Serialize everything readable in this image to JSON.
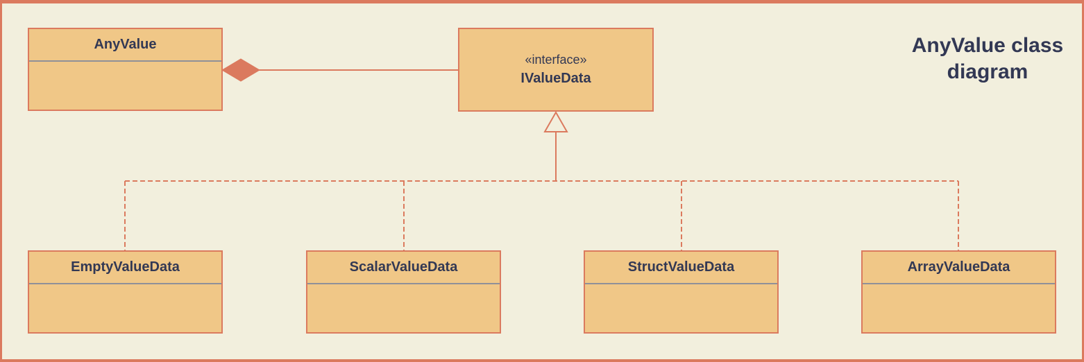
{
  "colors": {
    "background": "#f2efdd",
    "accent": "#db7a5e",
    "boxfill": "#f0c787",
    "text": "#323854",
    "divider": "#8f9098"
  },
  "diagram": {
    "title": "AnyValue class diagram",
    "interface": {
      "stereotype": "«interface»",
      "name": "IValueData"
    },
    "classes": {
      "anyvalue": {
        "name": "AnyValue"
      },
      "empty": {
        "name": "EmptyValueData"
      },
      "scalar": {
        "name": "ScalarValueData"
      },
      "struct": {
        "name": "StructValueData"
      },
      "array": {
        "name": "ArrayValueData"
      }
    },
    "relationships": [
      {
        "type": "composition",
        "from": "AnyValue",
        "to": "IValueData"
      },
      {
        "type": "realization",
        "from": "EmptyValueData",
        "to": "IValueData"
      },
      {
        "type": "realization",
        "from": "ScalarValueData",
        "to": "IValueData"
      },
      {
        "type": "realization",
        "from": "StructValueData",
        "to": "IValueData"
      },
      {
        "type": "realization",
        "from": "ArrayValueData",
        "to": "IValueData"
      }
    ]
  }
}
